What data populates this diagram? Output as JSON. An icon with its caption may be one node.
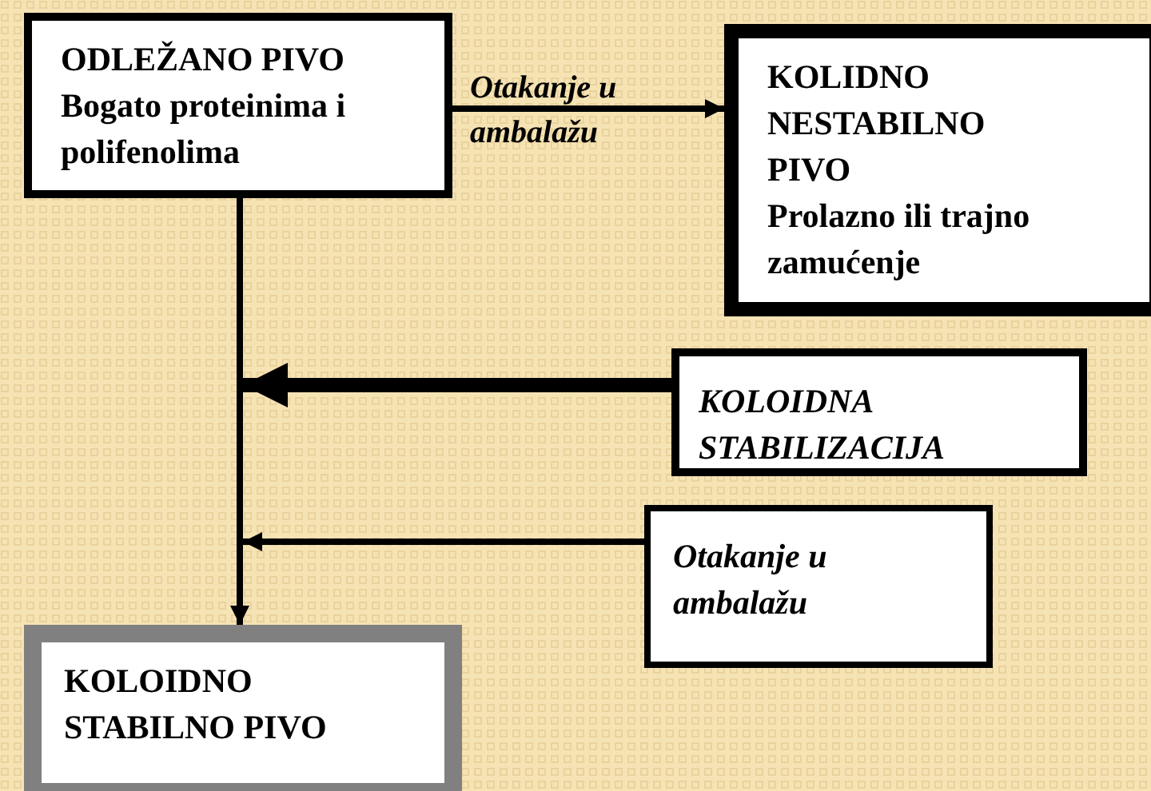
{
  "diagram": {
    "nodes": [
      {
        "text": [
          "ODLEŽANO PIVO",
          "Bogato proteinima i polifenolima"
        ]
      },
      {
        "text": [
          "KOLIDNO NESTABILNO PIVO",
          "Prolazno ili trajno zamućenje"
        ]
      },
      {
        "text": [
          "KOLOIDNA STABILIZACIJA"
        ]
      },
      {
        "text": [
          "Otakanje u ambalažu"
        ]
      },
      {
        "text": [
          "KOLOIDNO STABILNO PIVO"
        ]
      }
    ],
    "edges": [
      {
        "from": 0,
        "to": 1,
        "arrow": "to",
        "label": "Otakanje u ambalažu"
      },
      {
        "from": 0,
        "to": 4,
        "arrow": "to"
      },
      {
        "from": 2,
        "to": null,
        "arrow": "to",
        "style": "thick"
      },
      {
        "from": 3,
        "to": null,
        "arrow": "to"
      }
    ]
  }
}
